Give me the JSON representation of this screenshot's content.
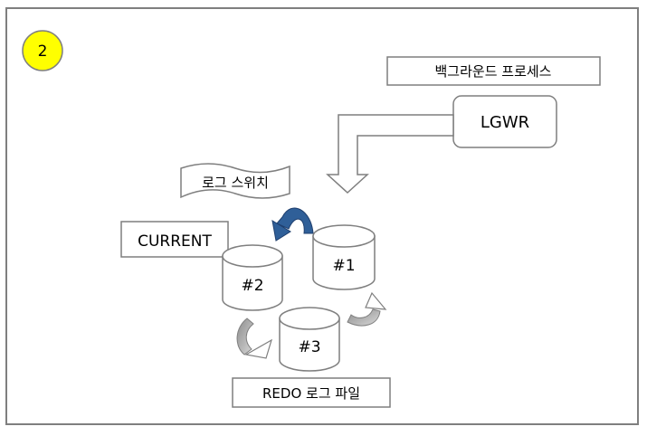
{
  "step_badge": {
    "text": "2",
    "color": "#ffff00"
  },
  "process_box": {
    "label": "백그라운드 프로세스"
  },
  "lgwr": {
    "label": "LGWR"
  },
  "log_switch": {
    "label": "로그 스위치"
  },
  "current_box": {
    "label": "CURRENT"
  },
  "redo_files": [
    {
      "label": "#1"
    },
    {
      "label": "#2"
    },
    {
      "label": "#3"
    }
  ],
  "redo_caption": {
    "label": "REDO 로그 파일"
  },
  "colors": {
    "switch_arrow": "#2f5f98",
    "cycle_arrow": "#bfbfbf",
    "border": "#7f7f7f"
  }
}
